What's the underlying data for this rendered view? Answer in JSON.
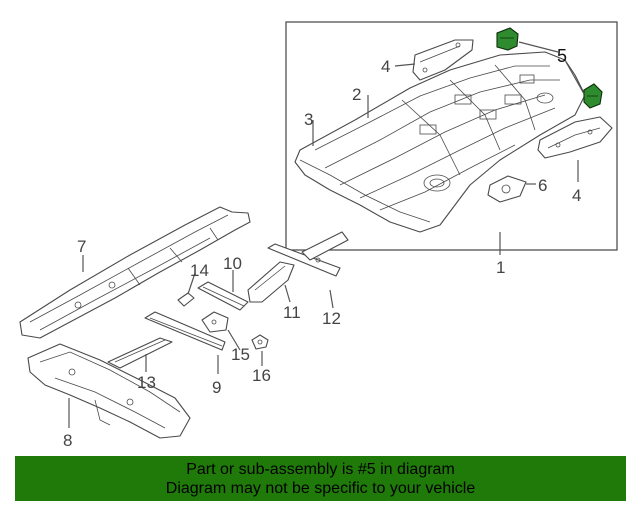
{
  "callouts": {
    "c1": "1",
    "c2": "2",
    "c3": "3",
    "c4a": "4",
    "c4b": "4",
    "c5": "5",
    "c6": "6",
    "c7": "7",
    "c8": "8",
    "c9": "9",
    "c10": "10",
    "c11": "11",
    "c12": "12",
    "c13": "13",
    "c14": "14",
    "c15": "15",
    "c16": "16"
  },
  "highlight_color": "#2e8b2e",
  "banner": {
    "line1": "Part or sub-assembly is #5 in diagram",
    "line2": "Diagram may not be specific to your vehicle",
    "background": "#1f7a0a"
  }
}
